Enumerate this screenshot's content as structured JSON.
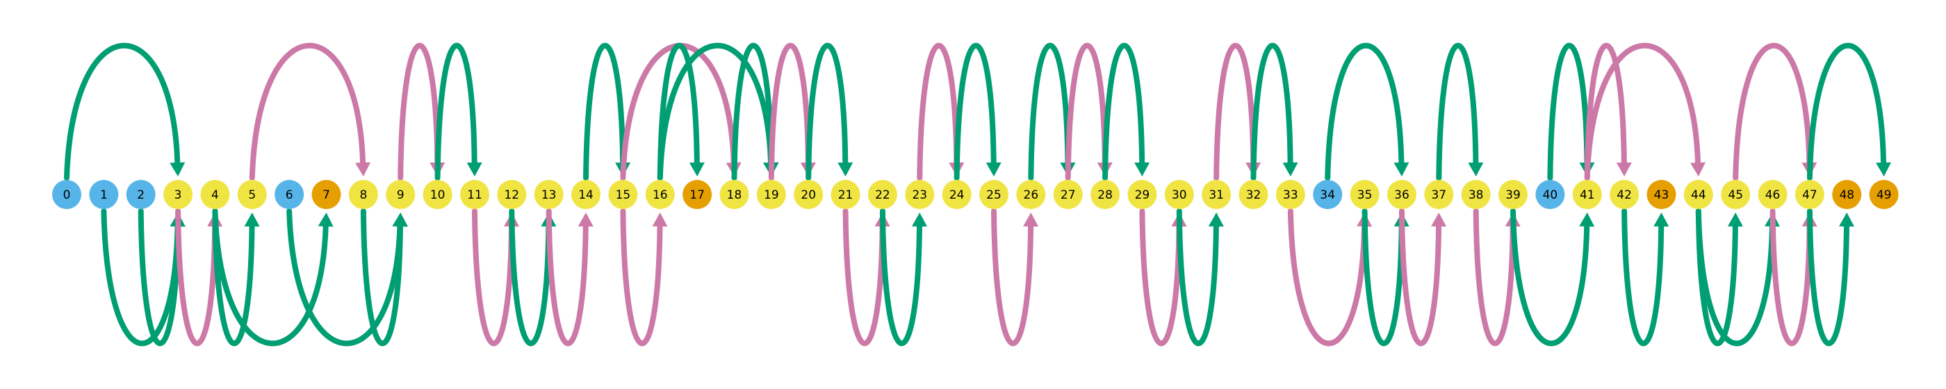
{
  "diagram": {
    "nodes": [
      {
        "id": "0",
        "color": "#56b4e9"
      },
      {
        "id": "1",
        "color": "#56b4e9"
      },
      {
        "id": "2",
        "color": "#56b4e9"
      },
      {
        "id": "3",
        "color": "#f0e442"
      },
      {
        "id": "4",
        "color": "#f0e442"
      },
      {
        "id": "5",
        "color": "#f0e442"
      },
      {
        "id": "6",
        "color": "#56b4e9"
      },
      {
        "id": "7",
        "color": "#e69f00"
      },
      {
        "id": "8",
        "color": "#f0e442"
      },
      {
        "id": "9",
        "color": "#f0e442"
      },
      {
        "id": "10",
        "color": "#f0e442"
      },
      {
        "id": "11",
        "color": "#f0e442"
      },
      {
        "id": "12",
        "color": "#f0e442"
      },
      {
        "id": "13",
        "color": "#f0e442"
      },
      {
        "id": "14",
        "color": "#f0e442"
      },
      {
        "id": "15",
        "color": "#f0e442"
      },
      {
        "id": "16",
        "color": "#f0e442"
      },
      {
        "id": "17",
        "color": "#e69f00"
      },
      {
        "id": "18",
        "color": "#f0e442"
      },
      {
        "id": "19",
        "color": "#f0e442"
      },
      {
        "id": "20",
        "color": "#f0e442"
      },
      {
        "id": "21",
        "color": "#f0e442"
      },
      {
        "id": "22",
        "color": "#f0e442"
      },
      {
        "id": "23",
        "color": "#f0e442"
      },
      {
        "id": "24",
        "color": "#f0e442"
      },
      {
        "id": "25",
        "color": "#f0e442"
      },
      {
        "id": "26",
        "color": "#f0e442"
      },
      {
        "id": "27",
        "color": "#f0e442"
      },
      {
        "id": "28",
        "color": "#f0e442"
      },
      {
        "id": "29",
        "color": "#f0e442"
      },
      {
        "id": "30",
        "color": "#f0e442"
      },
      {
        "id": "31",
        "color": "#f0e442"
      },
      {
        "id": "32",
        "color": "#f0e442"
      },
      {
        "id": "33",
        "color": "#f0e442"
      },
      {
        "id": "34",
        "color": "#56b4e9"
      },
      {
        "id": "35",
        "color": "#f0e442"
      },
      {
        "id": "36",
        "color": "#f0e442"
      },
      {
        "id": "37",
        "color": "#f0e442"
      },
      {
        "id": "38",
        "color": "#f0e442"
      },
      {
        "id": "39",
        "color": "#f0e442"
      },
      {
        "id": "40",
        "color": "#56b4e9"
      },
      {
        "id": "41",
        "color": "#f0e442"
      },
      {
        "id": "42",
        "color": "#f0e442"
      },
      {
        "id": "43",
        "color": "#e69f00"
      },
      {
        "id": "44",
        "color": "#f0e442"
      },
      {
        "id": "45",
        "color": "#f0e442"
      },
      {
        "id": "46",
        "color": "#f0e442"
      },
      {
        "id": "47",
        "color": "#f0e442"
      },
      {
        "id": "48",
        "color": "#e69f00"
      },
      {
        "id": "49",
        "color": "#e69f00"
      }
    ],
    "edge_colors": {
      "green": "#009e73",
      "pink": "#cc79a7"
    },
    "edges": [
      {
        "from": 0,
        "to": 3,
        "color": "green",
        "side": "top"
      },
      {
        "from": 5,
        "to": 8,
        "color": "pink",
        "side": "top"
      },
      {
        "from": 9,
        "to": 10,
        "color": "pink",
        "side": "top"
      },
      {
        "from": 10,
        "to": 11,
        "color": "green",
        "side": "top"
      },
      {
        "from": 14,
        "to": 15,
        "color": "green",
        "side": "top"
      },
      {
        "from": 15,
        "to": 18,
        "color": "pink",
        "side": "top"
      },
      {
        "from": 16,
        "to": 17,
        "color": "green",
        "side": "top"
      },
      {
        "from": 16,
        "to": 19,
        "color": "green",
        "side": "top"
      },
      {
        "from": 18,
        "to": 19,
        "color": "green",
        "side": "top"
      },
      {
        "from": 19,
        "to": 20,
        "color": "pink",
        "side": "top"
      },
      {
        "from": 20,
        "to": 21,
        "color": "green",
        "side": "top"
      },
      {
        "from": 23,
        "to": 24,
        "color": "pink",
        "side": "top"
      },
      {
        "from": 24,
        "to": 25,
        "color": "green",
        "side": "top"
      },
      {
        "from": 26,
        "to": 27,
        "color": "green",
        "side": "top"
      },
      {
        "from": 27,
        "to": 28,
        "color": "pink",
        "side": "top"
      },
      {
        "from": 28,
        "to": 29,
        "color": "green",
        "side": "top"
      },
      {
        "from": 31,
        "to": 32,
        "color": "pink",
        "side": "top"
      },
      {
        "from": 32,
        "to": 33,
        "color": "green",
        "side": "top"
      },
      {
        "from": 34,
        "to": 36,
        "color": "green",
        "side": "top"
      },
      {
        "from": 37,
        "to": 38,
        "color": "green",
        "side": "top"
      },
      {
        "from": 40,
        "to": 41,
        "color": "green",
        "side": "top"
      },
      {
        "from": 41,
        "to": 42,
        "color": "pink",
        "side": "top"
      },
      {
        "from": 41,
        "to": 44,
        "color": "pink",
        "side": "top"
      },
      {
        "from": 45,
        "to": 47,
        "color": "pink",
        "side": "top"
      },
      {
        "from": 47,
        "to": 49,
        "color": "green",
        "side": "top"
      },
      {
        "from": 1,
        "to": 3,
        "color": "green",
        "side": "bottom"
      },
      {
        "from": 2,
        "to": 3,
        "color": "green",
        "side": "bottom"
      },
      {
        "from": 3,
        "to": 4,
        "color": "pink",
        "side": "bottom"
      },
      {
        "from": 4,
        "to": 5,
        "color": "green",
        "side": "bottom"
      },
      {
        "from": 4,
        "to": 7,
        "color": "green",
        "side": "bottom"
      },
      {
        "from": 6,
        "to": 9,
        "color": "green",
        "side": "bottom"
      },
      {
        "from": 8,
        "to": 9,
        "color": "green",
        "side": "bottom"
      },
      {
        "from": 11,
        "to": 12,
        "color": "pink",
        "side": "bottom"
      },
      {
        "from": 12,
        "to": 13,
        "color": "green",
        "side": "bottom"
      },
      {
        "from": 13,
        "to": 14,
        "color": "pink",
        "side": "bottom"
      },
      {
        "from": 15,
        "to": 16,
        "color": "pink",
        "side": "bottom"
      },
      {
        "from": 21,
        "to": 22,
        "color": "pink",
        "side": "bottom"
      },
      {
        "from": 22,
        "to": 23,
        "color": "green",
        "side": "bottom"
      },
      {
        "from": 25,
        "to": 26,
        "color": "pink",
        "side": "bottom"
      },
      {
        "from": 29,
        "to": 30,
        "color": "pink",
        "side": "bottom"
      },
      {
        "from": 30,
        "to": 31,
        "color": "green",
        "side": "bottom"
      },
      {
        "from": 33,
        "to": 35,
        "color": "pink",
        "side": "bottom"
      },
      {
        "from": 35,
        "to": 36,
        "color": "green",
        "side": "bottom"
      },
      {
        "from": 36,
        "to": 37,
        "color": "pink",
        "side": "bottom"
      },
      {
        "from": 38,
        "to": 39,
        "color": "pink",
        "side": "bottom"
      },
      {
        "from": 39,
        "to": 41,
        "color": "green",
        "side": "bottom"
      },
      {
        "from": 42,
        "to": 43,
        "color": "green",
        "side": "bottom"
      },
      {
        "from": 44,
        "to": 45,
        "color": "green",
        "side": "bottom"
      },
      {
        "from": 44,
        "to": 46,
        "color": "green",
        "side": "bottom"
      },
      {
        "from": 46,
        "to": 47,
        "color": "pink",
        "side": "bottom"
      },
      {
        "from": 47,
        "to": 48,
        "color": "green",
        "side": "bottom"
      }
    ]
  }
}
